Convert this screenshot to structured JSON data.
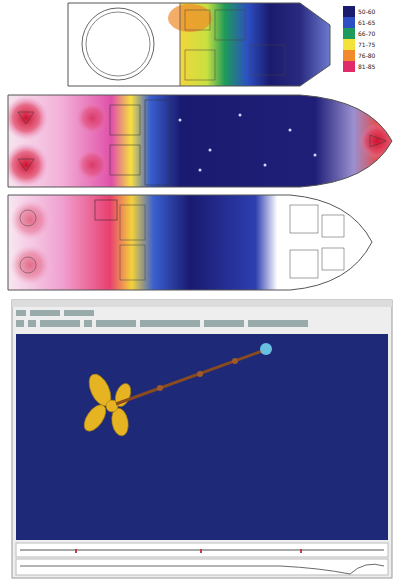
{
  "diagram": {
    "legend": [
      {
        "text": "50-60",
        "color": "#1a1a6e"
      },
      {
        "text": "61-65",
        "color": "#2d4fc4"
      },
      {
        "text": "66-70",
        "color": "#1e9a5a"
      },
      {
        "text": "71-75",
        "color": "#f2e23a"
      },
      {
        "text": "76-80",
        "color": "#f08a2a"
      },
      {
        "text": "81-85",
        "color": "#e02a6a"
      }
    ]
  }
}
